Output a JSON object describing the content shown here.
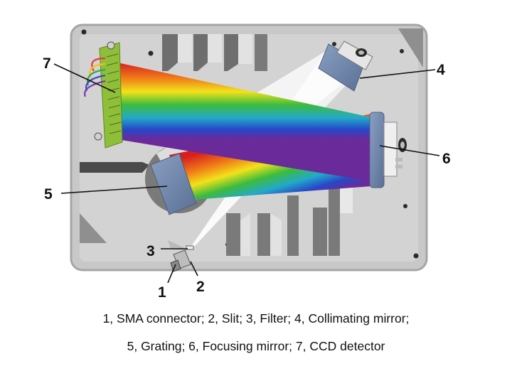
{
  "callouts": {
    "connector": "1",
    "slit": "2",
    "filter": "3",
    "collimating_mirror": "4",
    "grating": "5",
    "focusing_mirror": "6",
    "ccd_detector": "7"
  },
  "caption": {
    "line1": "1, SMA connector; 2, Slit; 3, Filter; 4, Collimating mirror;",
    "line2": "5, Grating; 6, Focusing mirror; 7, CCD detector"
  },
  "colors": {
    "housing": "#c8c8c8",
    "housing_dark": "#8f8f8f",
    "mirror": "#6d84a8",
    "detector_board": "#8fbf3a",
    "spectrum": [
      "#d62020",
      "#f07a18",
      "#f2e21a",
      "#3dbb3d",
      "#23a9c9",
      "#2648c8",
      "#6a2a9a"
    ]
  }
}
